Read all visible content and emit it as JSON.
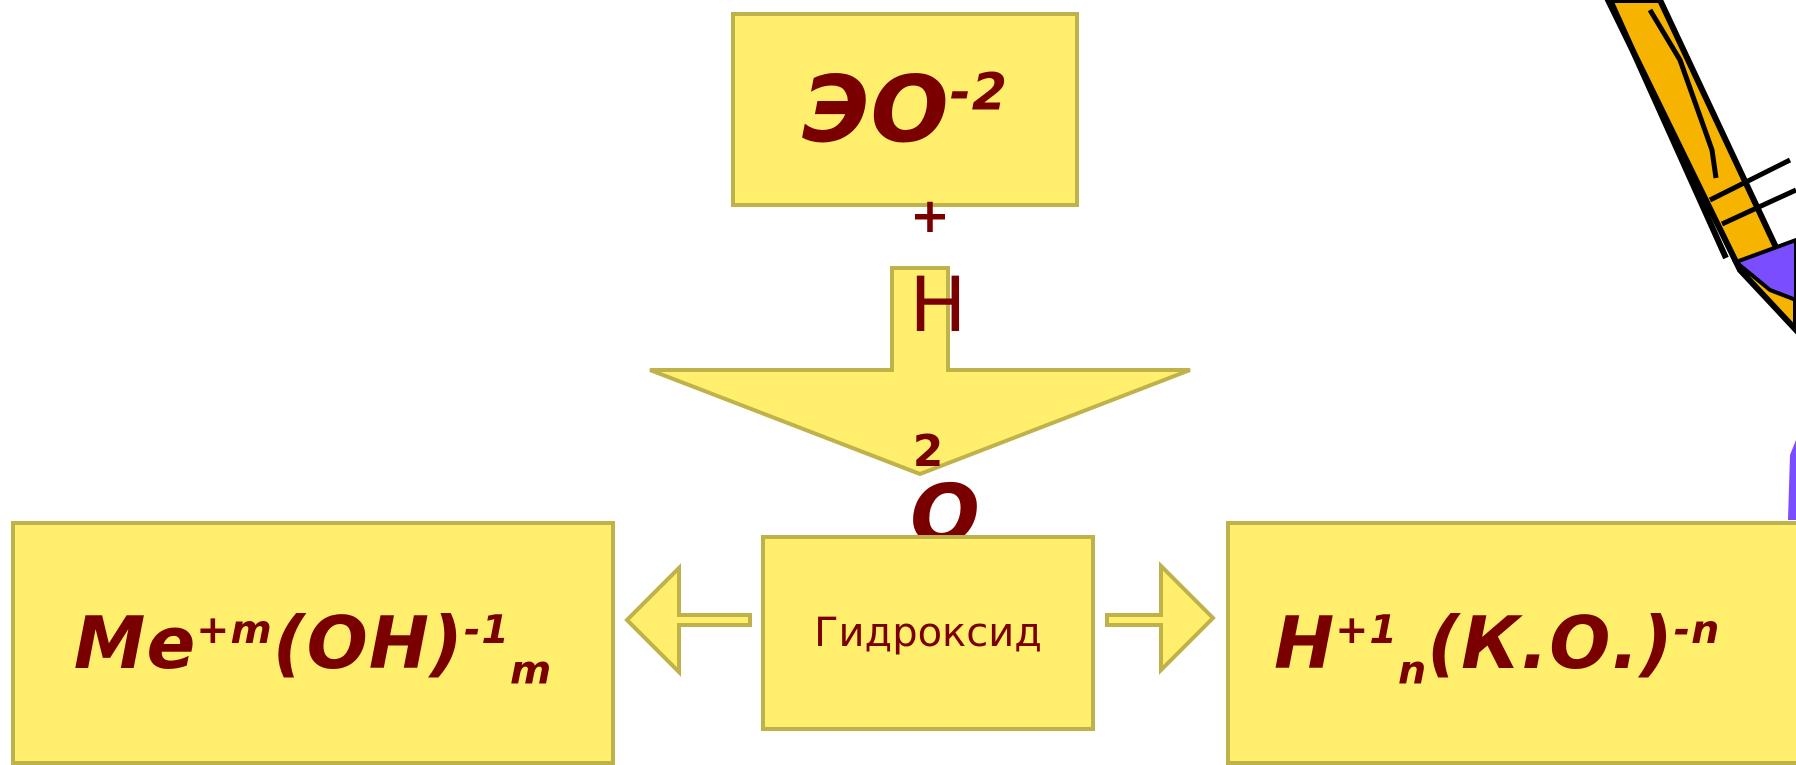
{
  "top_box": {
    "base": "ЭО",
    "charge": "-2"
  },
  "reagent": {
    "plus": "+",
    "water_h": "Н",
    "water_sub": "2",
    "water_o": "О"
  },
  "center_box": {
    "label": "Гидроксид"
  },
  "left_box": {
    "metal": "Me",
    "metal_charge": "+m",
    "group": "(OH)",
    "group_charge": "-1",
    "subscript": "m"
  },
  "right_box": {
    "hydrogen": "H",
    "hydrogen_charge": "+1",
    "subscript": "n",
    "residue": "(К.О.)",
    "residue_charge": "-n"
  },
  "colors": {
    "box_fill": "#ffef6c",
    "box_border": "#bfb24a",
    "text": "#7a0000",
    "pencil_body": "#f6b400",
    "pencil_accent": "#7a4dff"
  }
}
